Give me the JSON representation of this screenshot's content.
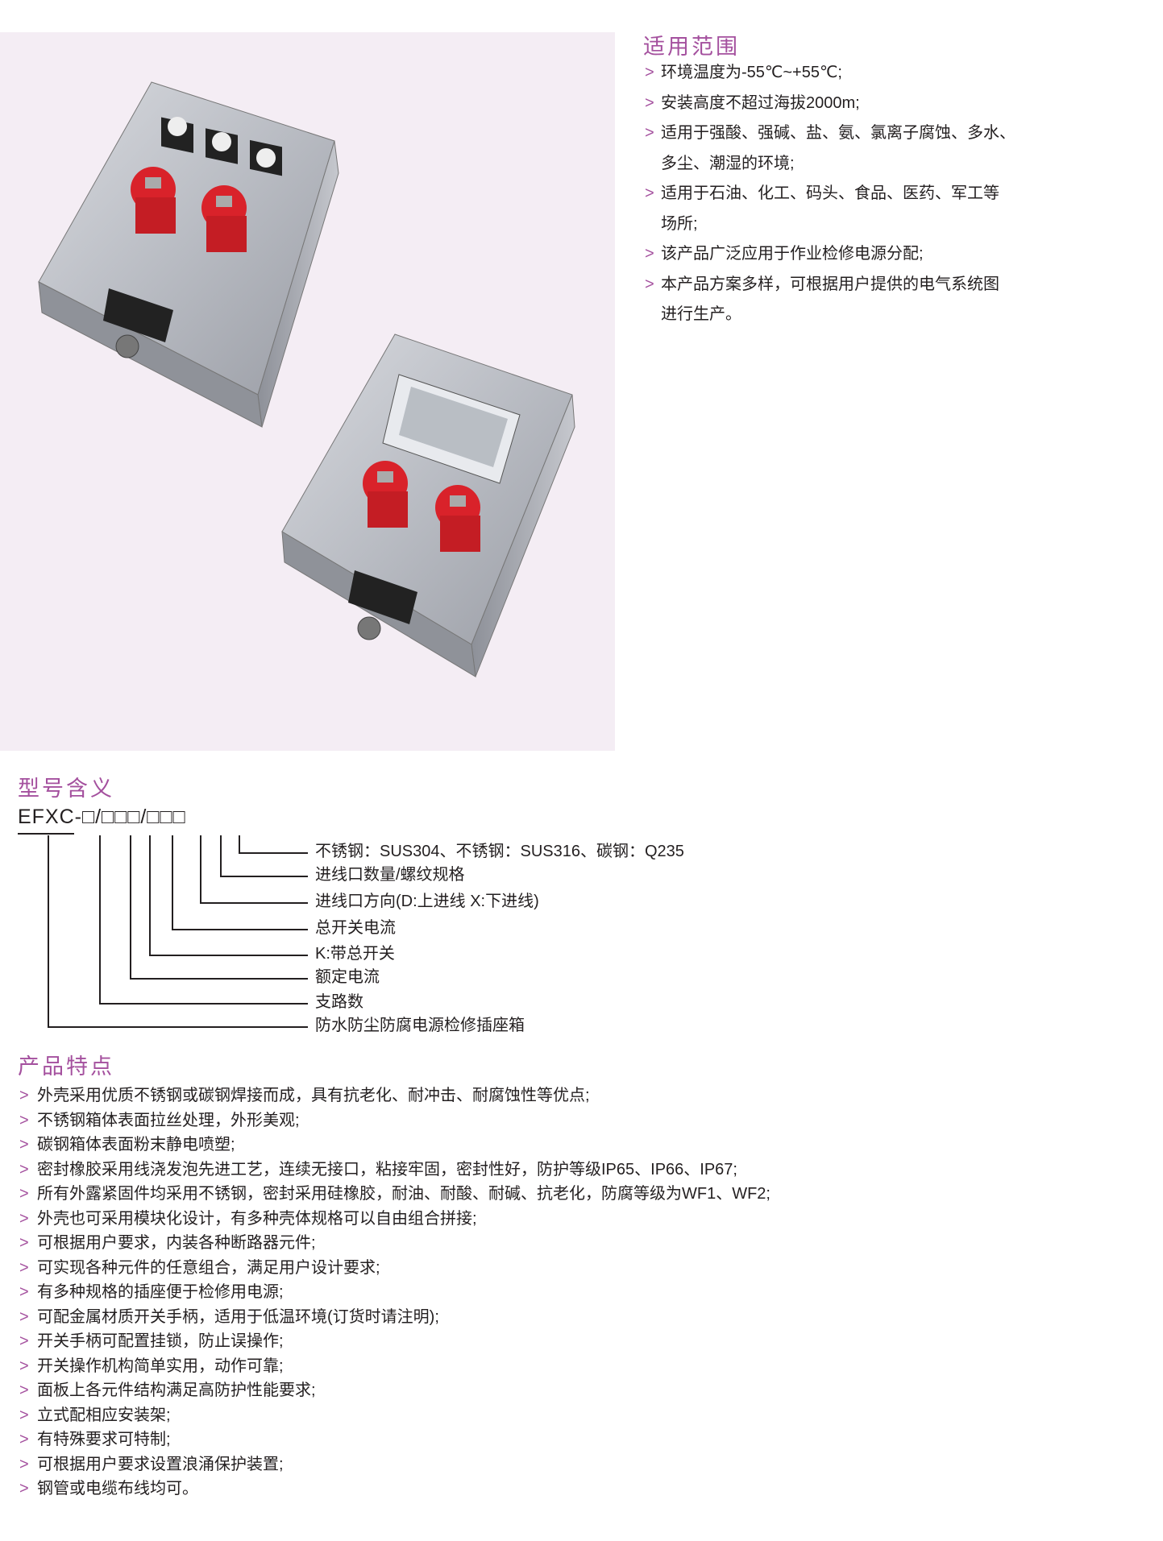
{
  "scope": {
    "title": "适用范围",
    "arrow": ">",
    "items": [
      {
        "lines": [
          "环境温度为-55℃~+55℃;"
        ]
      },
      {
        "lines": [
          "安装高度不超过海拔2000m;"
        ]
      },
      {
        "lines": [
          "适用于强酸、强碱、盐、氨、氯离子腐蚀、多水、",
          "多尘、潮湿的环境;"
        ]
      },
      {
        "lines": [
          "适用于石油、化工、码头、食品、医药、军工等",
          "场所;"
        ]
      },
      {
        "lines": [
          " 该产品广泛应用于作业检修电源分配;"
        ]
      },
      {
        "lines": [
          "本产品方案多样，可根据用户提供的电气系统图",
          "进行生产。"
        ]
      }
    ]
  },
  "model": {
    "title": "型号含义",
    "code": "EFXC-□/□□□/□□□",
    "labels": [
      "不锈钢：SUS304、不锈钢：SUS316、碳钢：Q235",
      "进线口数量/螺纹规格",
      "进线口方向(D:上进线  X:下进线)",
      "总开关电流",
      "K:带总开关",
      "额定电流",
      "支路数",
      "防水防尘防腐电源检修插座箱"
    ]
  },
  "features": {
    "title": "产品特点",
    "arrow": ">",
    "items": [
      "外壳采用优质不锈钢或碳钢焊接而成，具有抗老化、耐冲击、耐腐蚀性等优点;",
      "不锈钢箱体表面拉丝处理，外形美观;",
      "碳钢箱体表面粉末静电喷塑;",
      "密封橡胶采用线浇发泡先进工艺，连续无接口，粘接牢固，密封性好，防护等级IP65、IP66、IP67;",
      "所有外露紧固件均采用不锈钢，密封采用硅橡胶，耐油、耐酸、耐碱、抗老化，防腐等级为WF1、WF2;",
      "外壳也可采用模块化设计，有多种壳体规格可以自由组合拼接;",
      "可根据用户要求，内装各种断路器元件;",
      "可实现各种元件的任意组合，满足用户设计要求;",
      "有多种规格的插座便于检修用电源;",
      "可配金属材质开关手柄，适用于低温环境(订货时请注明);",
      "开关手柄可配置挂锁，防止误操作;",
      "开关操作机构简单实用，动作可靠;",
      "面板上各元件结构满足高防护性能要求;",
      "立式配相应安装架;",
      "有特殊要求可特制;",
      "可根据用户要求设置浪涌保护装置;",
      "钢管或电缆布线均可。"
    ]
  },
  "colors": {
    "accent": "#a4509e",
    "photo_bg": "#f4edf4",
    "socket_red": "#d9222a"
  }
}
